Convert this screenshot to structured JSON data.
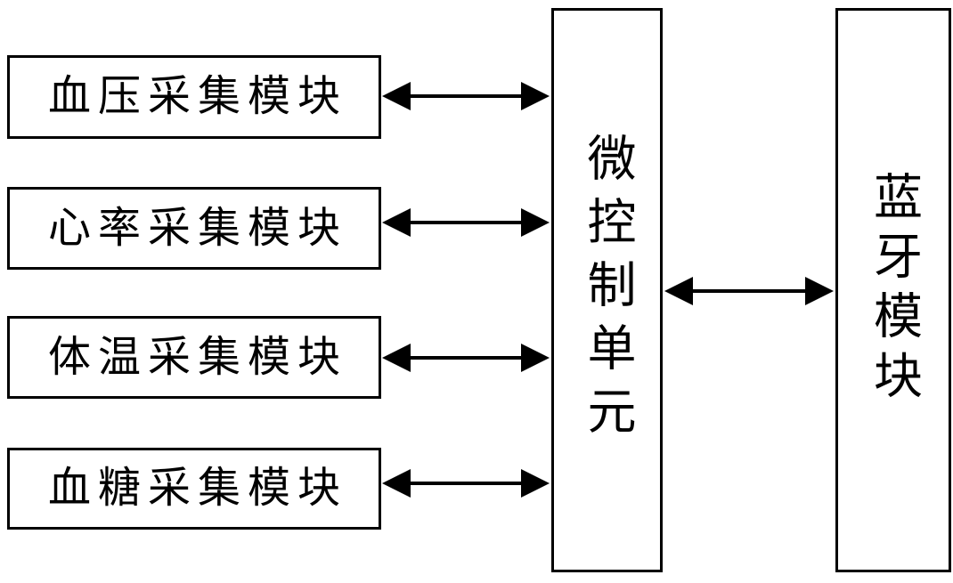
{
  "diagram": {
    "modules": [
      "血压采集模块",
      "心率采集模块",
      "体温采集模块",
      "血糖采集模块"
    ],
    "controller_label": "微控制单元",
    "bluetooth_label": "蓝牙模块"
  },
  "colors": {
    "line": "#000000",
    "background": "#ffffff",
    "box_fill": "#ffffff"
  }
}
